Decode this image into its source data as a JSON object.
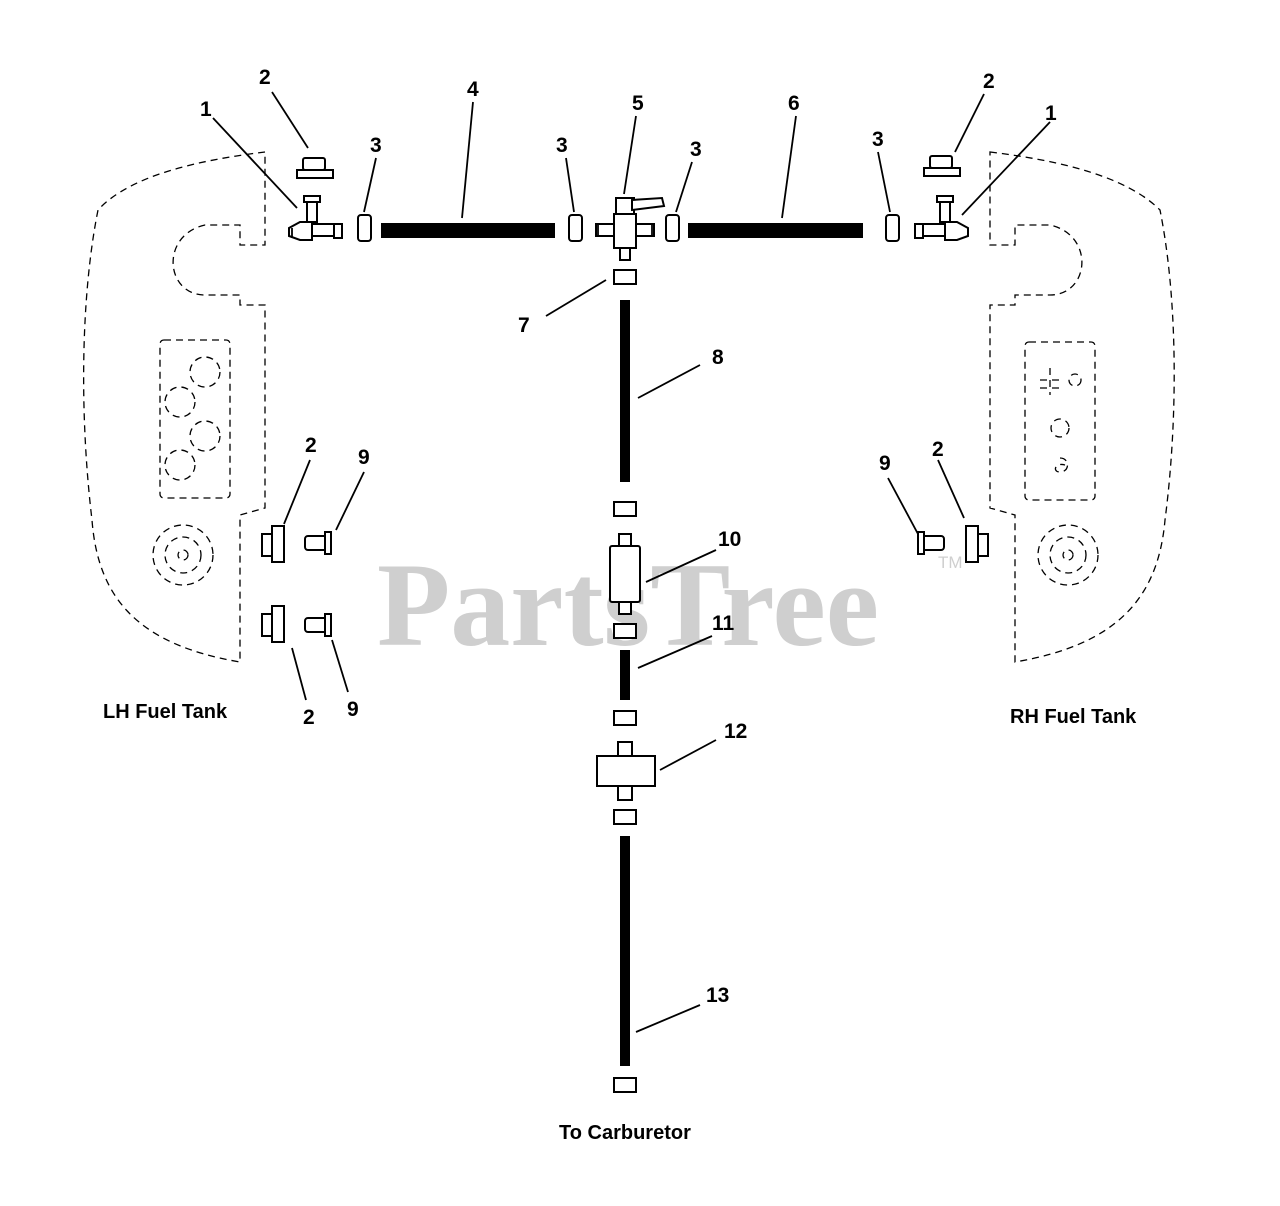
{
  "title": "",
  "captions": {
    "lh_tank": "LH Fuel Tank",
    "rh_tank": "RH Fuel Tank",
    "carb": "To Carburetor"
  },
  "watermark": {
    "text": "PartsTree",
    "tm": "TM",
    "color": "#cfcfcf"
  },
  "callouts": [
    {
      "id": "c1l",
      "label": "1"
    },
    {
      "id": "c2tl",
      "label": "2"
    },
    {
      "id": "c3a",
      "label": "3"
    },
    {
      "id": "c4",
      "label": "4"
    },
    {
      "id": "c3b",
      "label": "3"
    },
    {
      "id": "c5",
      "label": "5"
    },
    {
      "id": "c3c",
      "label": "3"
    },
    {
      "id": "c6",
      "label": "6"
    },
    {
      "id": "c3d",
      "label": "3"
    },
    {
      "id": "c2tr",
      "label": "2"
    },
    {
      "id": "c1r",
      "label": "1"
    },
    {
      "id": "c7",
      "label": "7"
    },
    {
      "id": "c8",
      "label": "8"
    },
    {
      "id": "c2ml",
      "label": "2"
    },
    {
      "id": "c9ml",
      "label": "9"
    },
    {
      "id": "c9mr",
      "label": "9"
    },
    {
      "id": "c2mr",
      "label": "2"
    },
    {
      "id": "c10",
      "label": "10"
    },
    {
      "id": "c11",
      "label": "11"
    },
    {
      "id": "c2bl",
      "label": "2"
    },
    {
      "id": "c9bl",
      "label": "9"
    },
    {
      "id": "c12",
      "label": "12"
    },
    {
      "id": "c13",
      "label": "13"
    }
  ]
}
